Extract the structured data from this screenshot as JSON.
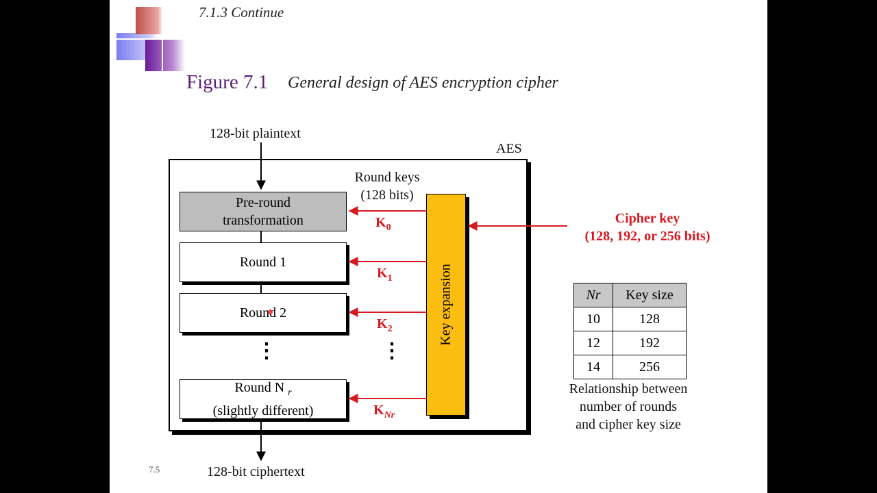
{
  "slide": {
    "section_title": "7.1.3  Continue",
    "figure_number": "Figure 7.1",
    "figure_caption": "General design of AES encryption cipher",
    "page_number": "7.5"
  },
  "diagram": {
    "input_label": "128-bit plaintext",
    "output_label": "128-bit ciphertext",
    "aes_label": "AES",
    "round_keys_label": [
      "Round keys",
      "(128 bits)"
    ],
    "pre_round": [
      "Pre-round",
      "transformation"
    ],
    "round1": "Round 1",
    "round2": "Round 2",
    "round_nr": [
      "Round N",
      "r",
      "(slightly different)"
    ],
    "vdots": "⋮",
    "key_expansion": "Key expansion",
    "keys": [
      {
        "base": "K",
        "sub": "0"
      },
      {
        "base": "K",
        "sub": "1"
      },
      {
        "base": "K",
        "sub": "2"
      },
      {
        "base": "K",
        "sub": "Nr"
      }
    ],
    "cipher_key": [
      "Cipher key",
      "(128, 192, or 256 bits)"
    ],
    "colors": {
      "key_red": "#d71920",
      "key_expansion_fill": "#fbbd0f",
      "pre_round_fill": "#bdbdbd",
      "figure_number": "#5a1d76"
    }
  },
  "table": {
    "headers": [
      "Nr",
      "Key size"
    ],
    "rows": [
      [
        "10",
        "128"
      ],
      [
        "12",
        "192"
      ],
      [
        "14",
        "256"
      ]
    ],
    "caption": [
      "Relationship between",
      "number of rounds",
      "and cipher key size"
    ]
  }
}
